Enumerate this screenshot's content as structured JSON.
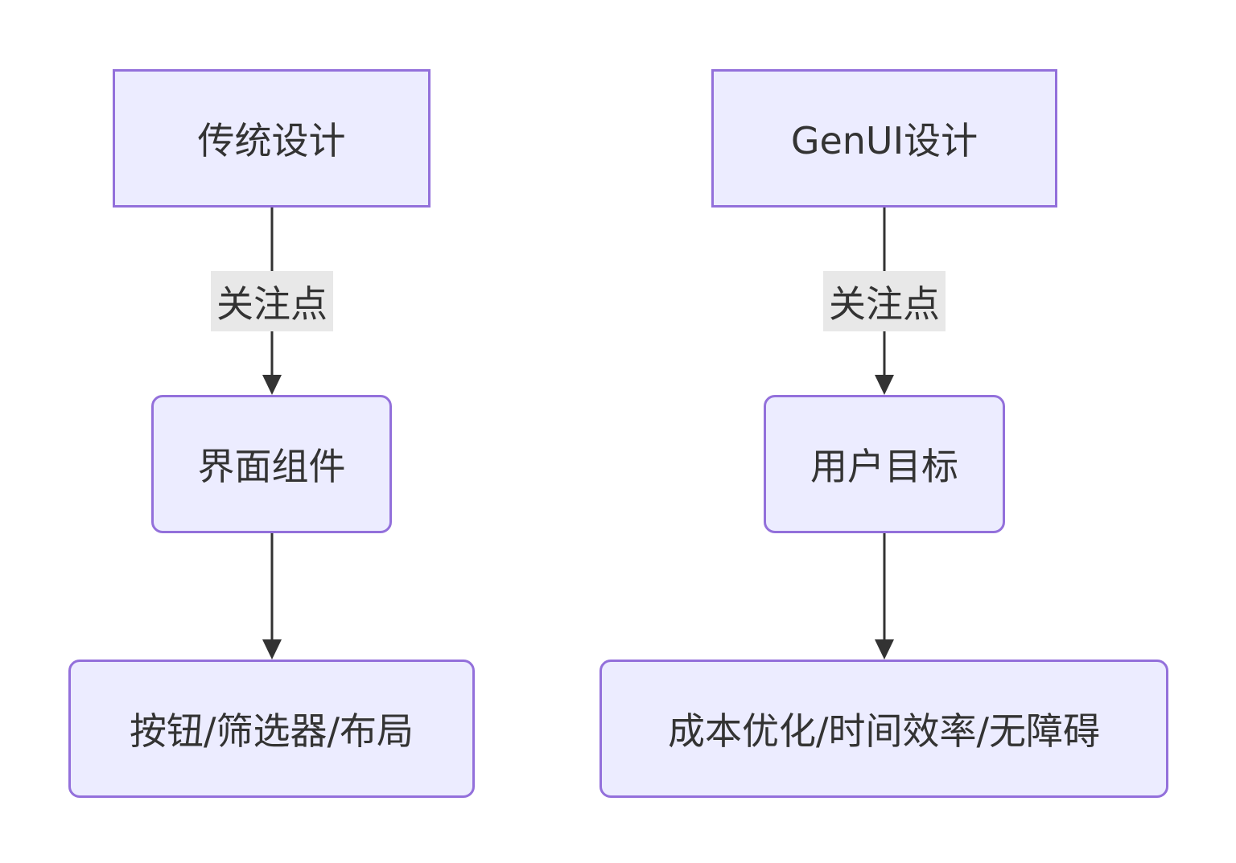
{
  "colors": {
    "node_fill": "#ECECFF",
    "node_border": "#9370DB",
    "edge_line": "#333333",
    "edge_label_bg": "#E8E8E8",
    "text": "#333333"
  },
  "flows": [
    {
      "top": "传统设计",
      "edge_label": "关注点",
      "middle": "界面组件",
      "bottom": "按钮/筛选器/布局"
    },
    {
      "top": "GenUI设计",
      "edge_label": "关注点",
      "middle": "用户目标",
      "bottom": "成本优化/时间效率/无障碍"
    }
  ]
}
